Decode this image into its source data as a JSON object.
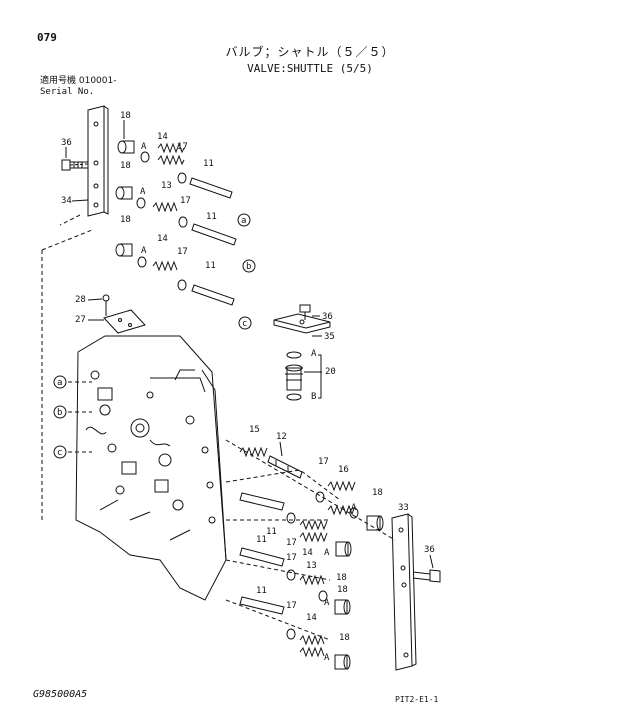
{
  "header": {
    "page_number": "079",
    "title_jp": "バルブ；シャトル（５／５）",
    "title_en": "VALVE:SHUTTLE (5/5)",
    "serial_label_jp": "適用号機 010001-",
    "serial_label_en": "Serial No."
  },
  "footer": {
    "document_code": "G985000A5",
    "reference_code": "PIT2-E1-1"
  },
  "callouts": {
    "n11": "11",
    "n12": "12",
    "n13": "13",
    "n14": "14",
    "n15": "15",
    "n16": "16",
    "n17": "17",
    "n18": "18",
    "n20": "20",
    "n27": "27",
    "n28": "28",
    "n33": "33",
    "n34": "34",
    "n35": "35",
    "n36": "36",
    "letter_a": "a",
    "letter_b": "b",
    "letter_c": "c",
    "mark_A": "A",
    "mark_B": "B"
  }
}
